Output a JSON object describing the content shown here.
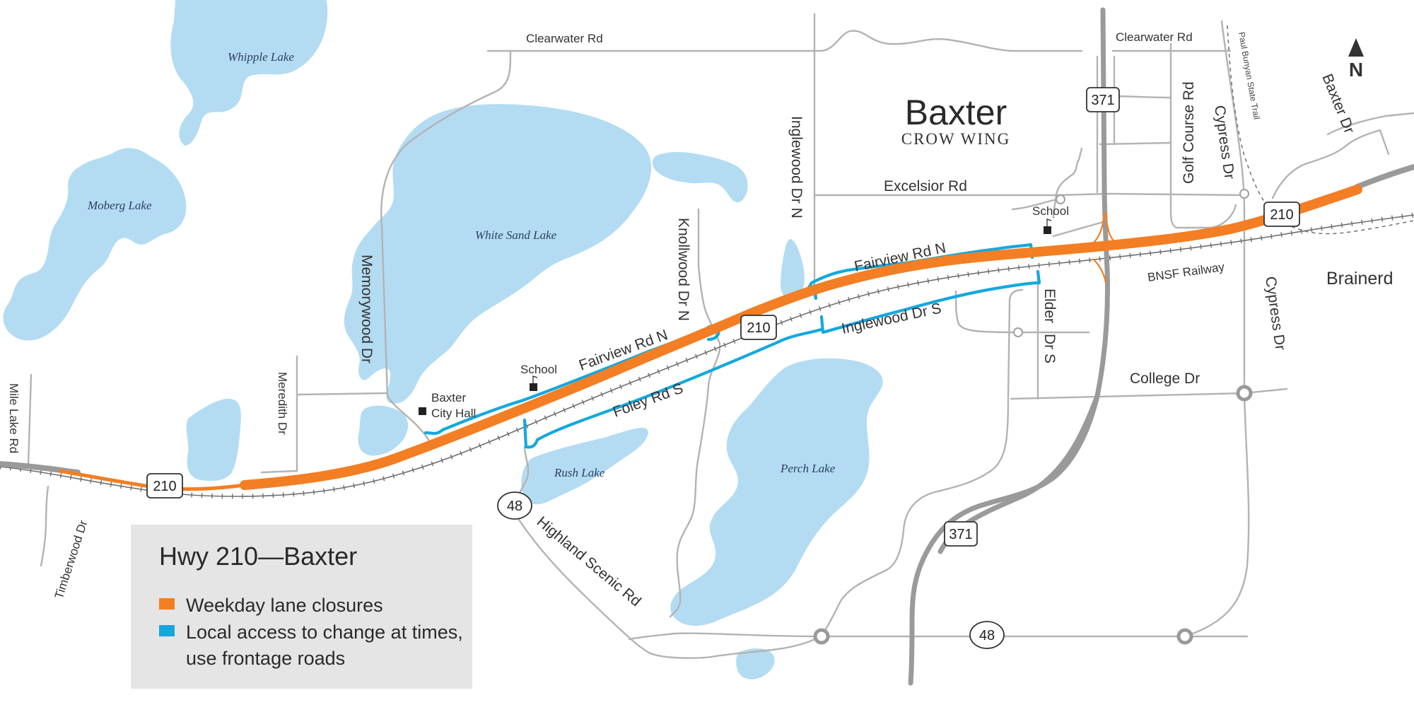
{
  "map": {
    "city_name": "Baxter",
    "county_name": "CROW WING",
    "neighbor_city": "Brainerd",
    "north_label": "N",
    "colors": {
      "closure": "#f37e23",
      "access": "#14a8de",
      "lake": "#b3dcf2",
      "road": "#b3b3b3",
      "highway": "#9a9a9a"
    },
    "lakes": {
      "whipple": "Whipple Lake",
      "moberg": "Moberg Lake",
      "white_sand": "White Sand Lake",
      "rush": "Rush Lake",
      "perch": "Perch Lake"
    },
    "roads": {
      "clearwater_w": "Clearwater Rd",
      "clearwater_e": "Clearwater Rd",
      "excelsior": "Excelsior Rd",
      "inglewood_n": "Inglewood Dr N",
      "knollwood_n": "Knollwood Dr N",
      "memorywood": "Memorywood Dr",
      "meredith": "Meredith Dr",
      "mile_lake": "Mile Lake Rd",
      "timberwood": "Timberwood Dr",
      "fairview_w": "Fairview Rd N",
      "fairview_e": "Fairview Rd N",
      "foley": "Foley Rd S",
      "inglewood_s": "Inglewood Dr S",
      "elder_1": "Elder",
      "elder_2": "Dr S",
      "college": "College Dr",
      "golf_course": "Golf Course Rd",
      "cypress_n": "Cypress Dr",
      "cypress_s": "Cypress Dr",
      "baxter_dr": "Baxter Dr",
      "highland": "Highland Scenic Rd",
      "bnsf": "BNSF Railway",
      "paul_bunyan": "Paul Bunyan State Trail"
    },
    "places": {
      "school_w": "School",
      "school_e": "School",
      "city_hall_1": "Baxter",
      "city_hall_2": "City Hall"
    },
    "shields": {
      "h210_w": "210",
      "h210_c": "210",
      "h210_e": "210",
      "h371_n": "371",
      "h371_s": "371",
      "h48_w": "48",
      "h48_s": "48"
    }
  },
  "legend": {
    "title": "Hwy 210—Baxter",
    "items": [
      {
        "label": "Weekday lane closures",
        "color": "#f37e23"
      },
      {
        "label": "Local access to change at times, use frontage roads",
        "color": "#14a8de"
      }
    ]
  }
}
